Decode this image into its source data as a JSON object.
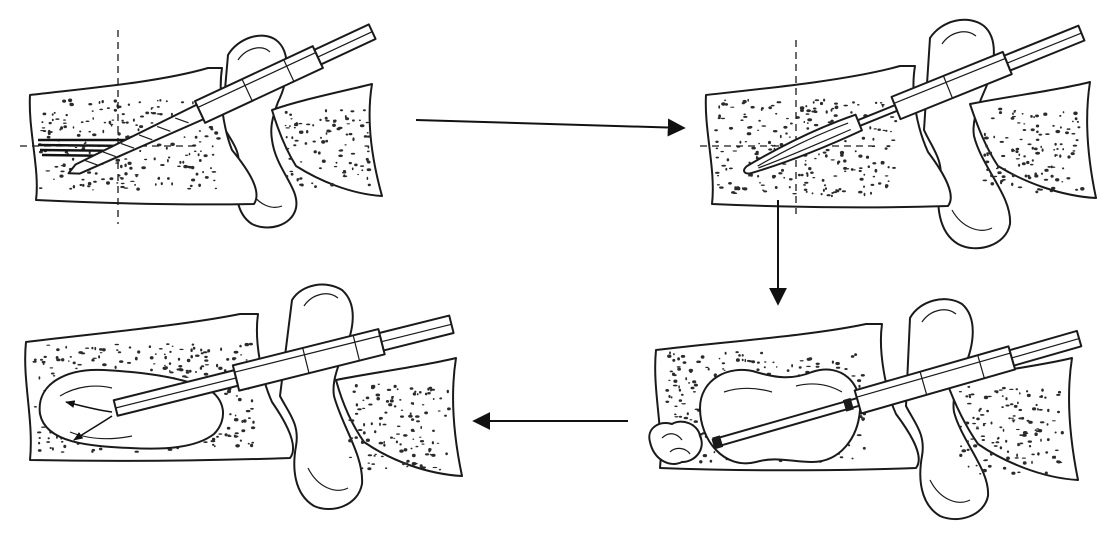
{
  "diagram": {
    "type": "procedure-sequence",
    "panels": [
      {
        "step": 1,
        "instrument": "drill"
      },
      {
        "step": 2,
        "instrument": "deflated-balloon"
      },
      {
        "step": 3,
        "instrument": "inflated-balloon"
      },
      {
        "step": 4,
        "instrument": "cement-cannula"
      }
    ],
    "arrows": [
      {
        "from": 1,
        "to": 2
      },
      {
        "from": 2,
        "to": 3
      },
      {
        "from": 3,
        "to": 4
      }
    ],
    "colors": {
      "ink": "#1a1a1a",
      "background": "#ffffff"
    }
  }
}
